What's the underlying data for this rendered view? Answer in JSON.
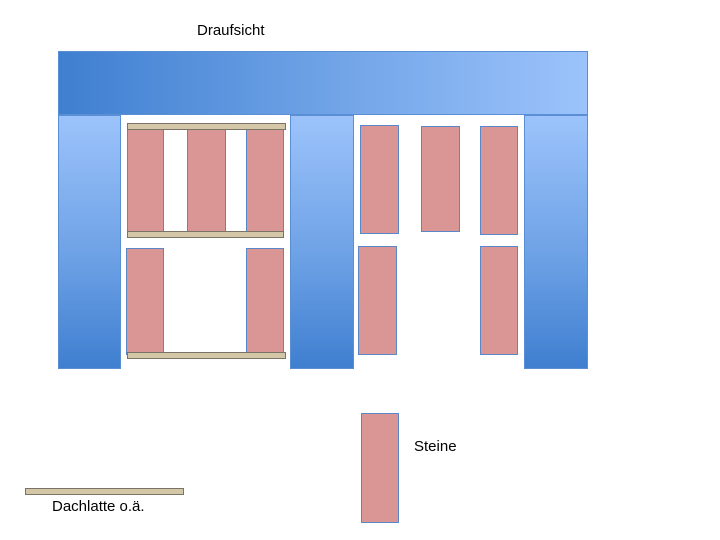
{
  "diagram": {
    "title": "Draufsicht",
    "legend": {
      "stone_label": "Steine",
      "lath_label": "Dachlatte o.ä."
    },
    "colors": {
      "beam_dark": "#3f7fd0",
      "beam_light": "#9cc3fb",
      "stone_fill": "#da9595",
      "stone_border": "#5a87c8",
      "lath_fill": "#d4c7a8",
      "lath_border": "#7a7466"
    }
  }
}
